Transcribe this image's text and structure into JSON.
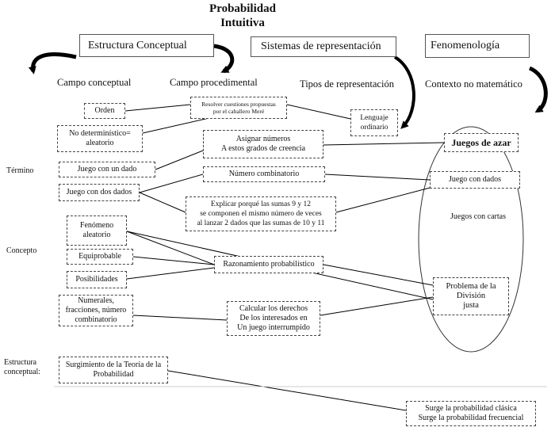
{
  "title": {
    "line1": "Probabilidad",
    "line2": "Intuitiva"
  },
  "headers": {
    "estructura": "Estructura Conceptual",
    "sistemas": "Sistemas de representación",
    "fenomenologia": "Fenomenología"
  },
  "subheaders": {
    "campo_conceptual": "Campo conceptual",
    "campo_procedimental": "Campo procedimental",
    "tipos_representacion": "Tipos de representación",
    "contexto": "Contexto no matemático"
  },
  "side_labels": {
    "termino": "Término",
    "concepto": "Concepto",
    "estructura": "Estructura\nconceptual:"
  },
  "boxes": {
    "orden": "Orden",
    "meres": "Resolver cuestiones propuestas\npor el caballero Meré",
    "no_det": "No determinístico=\naleatorio",
    "lenguaje": "Lenguaje\nordinario",
    "asignar": "Asignar números\nA estos grados de creencia",
    "juegos_azar": "Juegos de azar",
    "juego_un_dado": "Juego con un dado",
    "numero_comb": "Número combinatorio",
    "juego_dos_dados": "Juego con dos dados",
    "juego_con_dados": "Juego con dados",
    "explicar": "Explicar porqué las sumas 9 y 12\nse componen el mismo número de veces\nal lanzar 2 dados que las sumas de 10 y 11",
    "juegos_cartas": "Juegos con cartas",
    "fenomeno": "Fenómeno\naleatorio",
    "equiprobable": "Equiprobable",
    "razonamiento": "Razonamiento probabilístico",
    "posibilidades": "Posibilidades",
    "problema": "Problema de la\nDivisión\njusta",
    "numerales": "Numerales,\nfracciones, número\ncombinatorio",
    "calcular": "Calcular los derechos\nDe los interesados en\nUn juego interrumpido",
    "surgimiento": "Surgimiento de la Teoría de la\nProbabilidad",
    "surge": "Surge la probabilidad clásica\nSurge la probabilidad frecuencial"
  }
}
